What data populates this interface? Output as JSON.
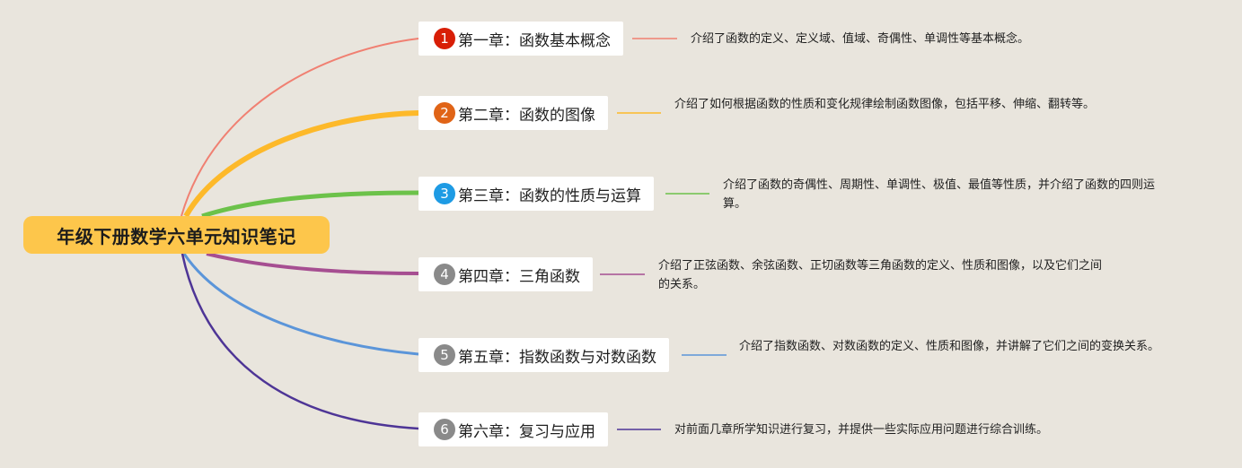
{
  "root": {
    "label": "年级下册数学六单元知识笔记"
  },
  "chapters": [
    {
      "number": "1",
      "title": "第一章：函数基本概念",
      "note": "介绍了函数的定义、定义域、值域、奇偶性、单调性等基本概念。",
      "color": "#f08072",
      "badge_color": "#d81e06"
    },
    {
      "number": "2",
      "title": "第二章：函数的图像",
      "note": "介绍了如何根据函数的性质和变化规律绘制函数图像，包括平移、伸缩、翻转等。",
      "color": "#fdb92a",
      "badge_color": "#e06417"
    },
    {
      "number": "3",
      "title": "第三章：函数的性质与运算",
      "note": "介绍了函数的奇偶性、周期性、单调性、极值、最值等性质，并介绍了函数的四则运算。",
      "color": "#6cc24a",
      "badge_color": "#1e9be4"
    },
    {
      "number": "4",
      "title": "第四章：三角函数",
      "note": "介绍了正弦函数、余弦函数、正切函数等三角函数的定义、性质和图像，以及它们之间的关系。",
      "color": "#a64e91",
      "badge_color": "#8a8a8a"
    },
    {
      "number": "5",
      "title": "第五章：指数函数与对数函数",
      "note": "介绍了指数函数、对数函数的定义、性质和图像，并讲解了它们之间的变换关系。",
      "color": "#5b95d9",
      "badge_color": "#8a8a8a"
    },
    {
      "number": "6",
      "title": "第六章：复习与应用",
      "note": "对前面几章所学知识进行复习，并提供一些实际应用问题进行综合训练。",
      "color": "#4e3596",
      "badge_color": "#8a8a8a"
    }
  ]
}
